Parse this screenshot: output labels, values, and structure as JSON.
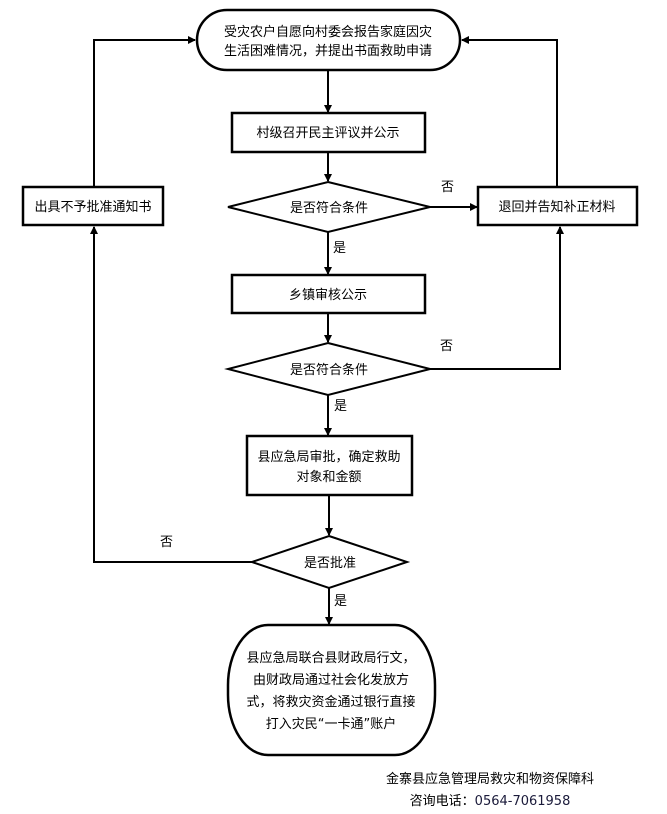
{
  "flowchart": {
    "start": {
      "lines": [
        "受灾农户自愿向村委会报告家庭因灾",
        "生活困难情况，并提出书面救助申请"
      ]
    },
    "village_review": {
      "text": "村级召开民主评议并公示"
    },
    "decision_1": {
      "text": "是否符合条件",
      "yes_label": "是",
      "no_label": "否"
    },
    "return_materials": {
      "text": "退回并告知补正材料"
    },
    "reject_notice": {
      "text": "出具不予批准通知书"
    },
    "township_review": {
      "text": "乡镇审核公示"
    },
    "decision_2": {
      "text": "是否符合条件",
      "yes_label": "是",
      "no_label": "否"
    },
    "county_approval": {
      "lines": [
        "县应急局审批，确定救助",
        "对象和金额"
      ]
    },
    "decision_3": {
      "text": "是否批准",
      "yes_label": "是",
      "no_label": "否"
    },
    "end": {
      "lines": [
        "县应急局联合县财政局行文，",
        "由财政局通过社会化发放方",
        "式，将救灾资金通过银行直接",
        "打入灾民“一卡通”账户"
      ]
    }
  },
  "footer": {
    "org": "金寨县应急管理局救灾和物资保障科",
    "phone_label": "咨询电话：",
    "phone": "0564-7061958"
  },
  "colors": {
    "stroke": "#000000",
    "background": "#ffffff"
  }
}
